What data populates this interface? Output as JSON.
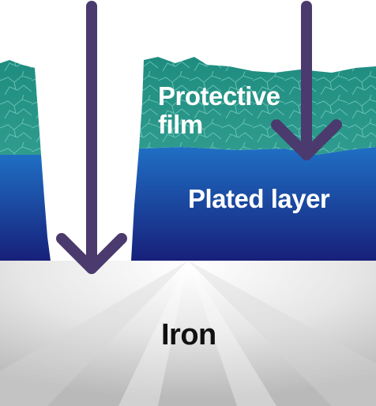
{
  "labels": {
    "protective_film_line1": "Protective",
    "protective_film_line2": "film",
    "plated_layer": "Plated layer",
    "iron": "Iron"
  },
  "colors": {
    "protective_film": "#2a8f86",
    "plated_layer_top": "#1e6ac0",
    "plated_layer_bottom": "#16227a",
    "iron_light": "#f2f2f2",
    "iron_dark": "#bdbdbd",
    "arrow": "#4b3a6e"
  }
}
